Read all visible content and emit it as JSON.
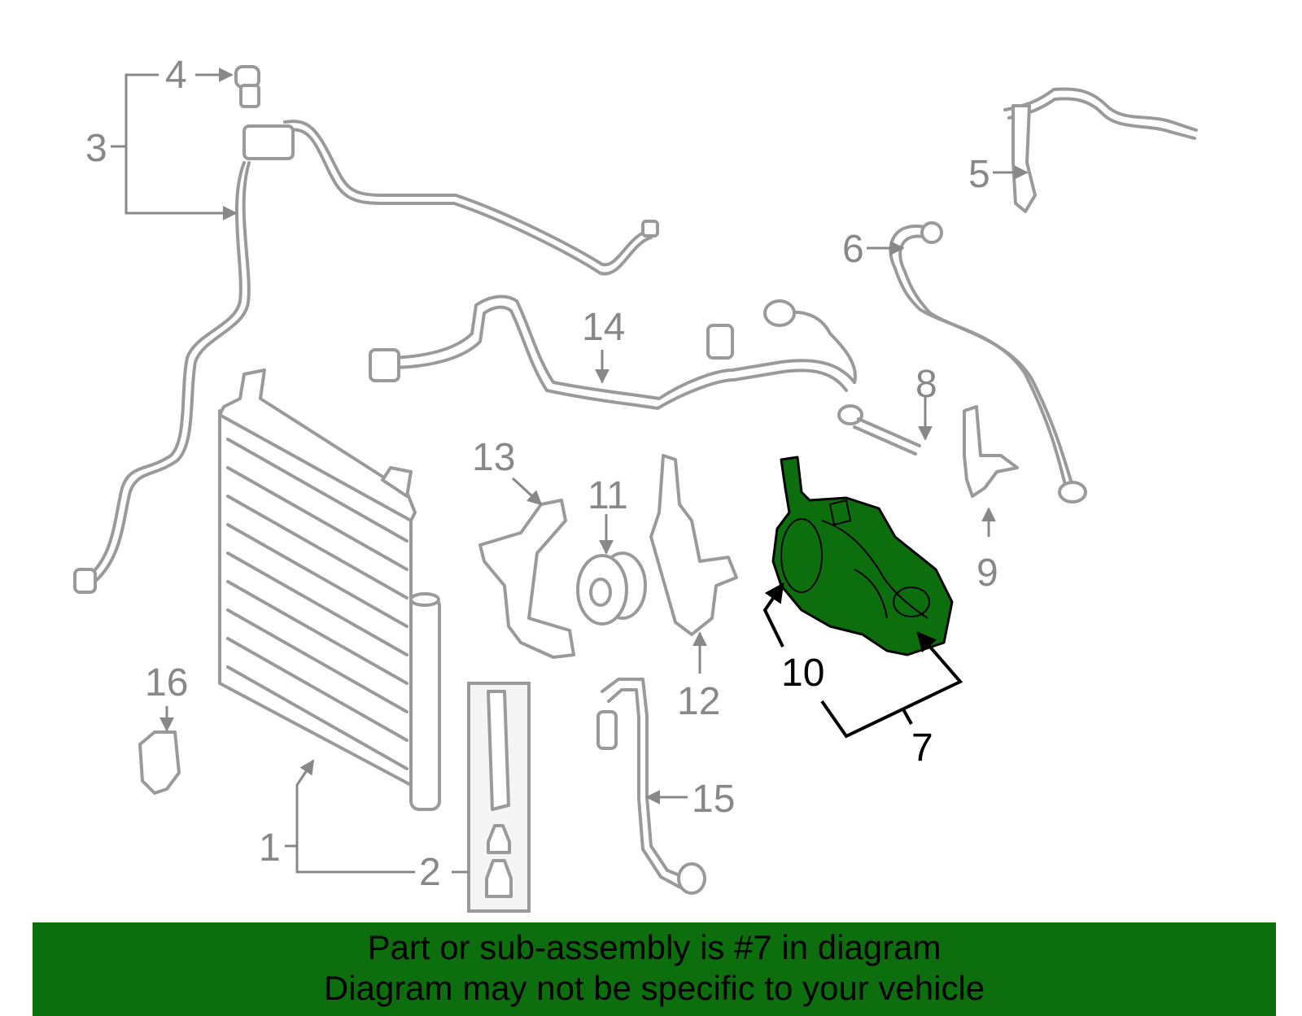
{
  "diagram": {
    "callouts": {
      "c1": "1",
      "c2": "2",
      "c3": "3",
      "c4": "4",
      "c5": "5",
      "c6": "6",
      "c7": "7",
      "c8": "8",
      "c9": "9",
      "c10": "10",
      "c11": "11",
      "c12": "12",
      "c13": "13",
      "c14": "14",
      "c15": "15",
      "c16": "16"
    },
    "highlighted_part": "7",
    "colors": {
      "highlight": "#0d6e0d",
      "part_stroke": "#9a9a9a",
      "label": "#888888",
      "banner": "#0d6e0d"
    }
  },
  "banner": {
    "line1": "Part or sub-assembly is #7 in diagram",
    "line2": "Diagram may not be specific to your vehicle"
  }
}
